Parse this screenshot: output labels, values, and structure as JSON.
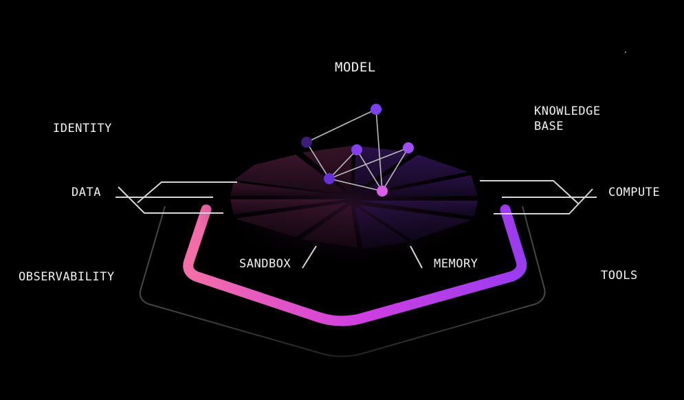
{
  "labels": {
    "model": "MODEL",
    "identity": "IDENTITY",
    "knowledge_line1": "KNOWLEDGE",
    "knowledge_line2": "BASE",
    "data": "DATA",
    "compute": "COMPUTE",
    "observability": "OBSERVABILITY",
    "tools": "TOOLS",
    "sandbox": "SANDBOX",
    "memory": "MEMORY"
  },
  "colors": {
    "background": "#000000",
    "text": "#f2f2f2",
    "ring_gradient_start": "#f56fa6",
    "ring_gradient_mid": "#d13fe0",
    "ring_gradient_end": "#9a3cf0",
    "platform_top": "#3a1630",
    "node_violet": "#7d3ff0",
    "node_dark": "#3a1e78",
    "node_pink": "#d85fe6"
  }
}
